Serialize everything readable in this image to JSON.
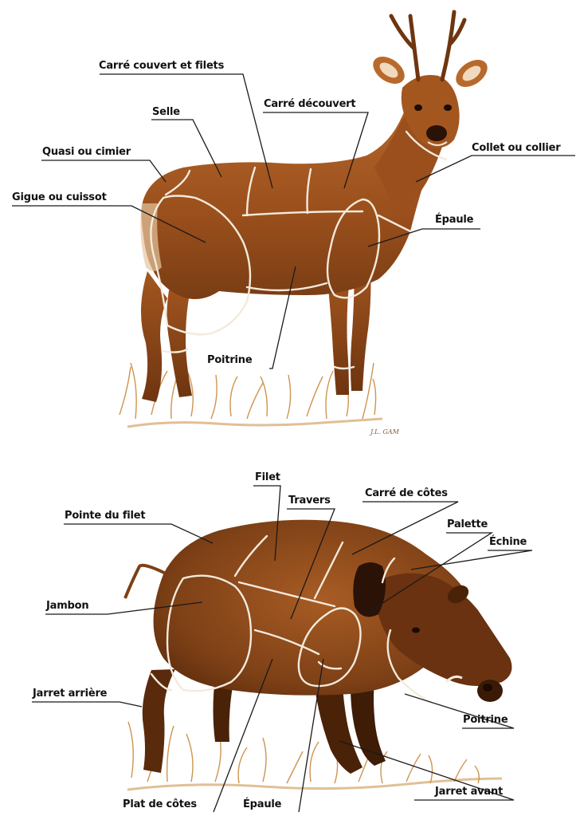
{
  "colors": {
    "body": "#a4561f",
    "body_dark": "#6e3510",
    "body_light": "#c98a52",
    "grass": "#c8893d",
    "cut_line": "#f4eadc",
    "leader": "#1a1a1a"
  },
  "deer": {
    "labels": {
      "carre_couvert": "Carré couvert et filets",
      "selle": "Selle",
      "carre_decouvert": "Carré découvert",
      "quasi": "Quasi ou cimier",
      "collet": "Collet ou collier",
      "gigue": "Gigue ou cuissot",
      "epaule": "Épaule",
      "poitrine": "Poitrine"
    },
    "signature": "J.L. GAM"
  },
  "boar": {
    "labels": {
      "filet": "Filet",
      "travers": "Travers",
      "carre_cotes": "Carré de côtes",
      "pointe_filet": "Pointe du filet",
      "palette": "Palette",
      "echine": "Échine",
      "jambon": "Jambon",
      "jarret_arriere": "Jarret arrière",
      "poitrine": "Poitrine",
      "jarret_avant": "Jarret avant",
      "plat_cotes": "Plat de côtes",
      "epaule": "Épaule"
    }
  }
}
